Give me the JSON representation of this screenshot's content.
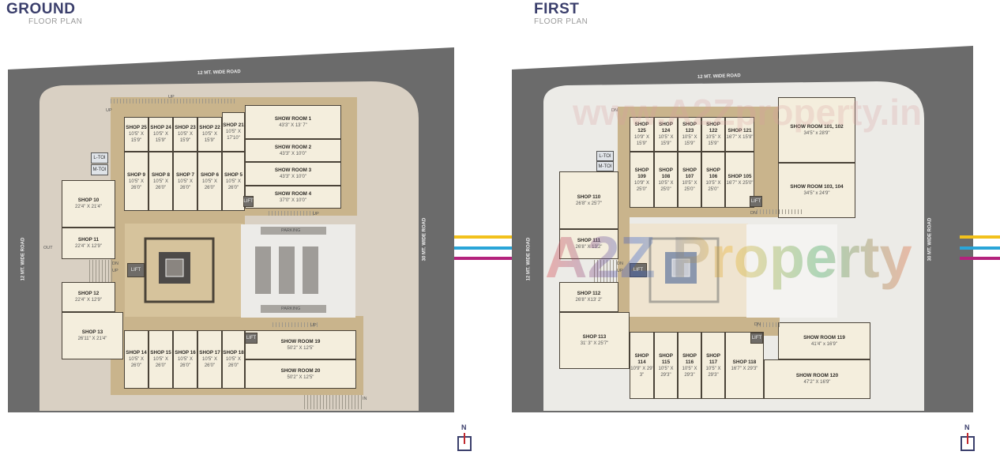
{
  "ground": {
    "title": "GROUND",
    "subtitle": "FLOOR PLAN",
    "road_top": "12 MT. WIDE ROAD",
    "road_left": "12 MT. WIDE ROAD",
    "road_right": "30 MT. WIDE ROAD",
    "rooms": [
      {
        "name": "SHOP 25",
        "dims": "10'5\" X 15'9\""
      },
      {
        "name": "SHOP 24",
        "dims": "10'5\" X 15'9\""
      },
      {
        "name": "SHOP 23",
        "dims": "10'5\" X 15'9\""
      },
      {
        "name": "SHOP 22",
        "dims": "10'5\" X 15'9\""
      },
      {
        "name": "SHOP 21",
        "dims": "10'5\" X 17'10\""
      },
      {
        "name": "SHOP 9",
        "dims": "10'5\" X 26'0\""
      },
      {
        "name": "SHOP 8",
        "dims": "10'5\" X 26'0\""
      },
      {
        "name": "SHOP 7",
        "dims": "10'5\" X 26'0\""
      },
      {
        "name": "SHOP 6",
        "dims": "10'5\" X 26'0\""
      },
      {
        "name": "SHOP 5",
        "dims": "10'5\" X 26'0\""
      },
      {
        "name": "SHOW ROOM 1",
        "dims": "43'3\" X 13' 7\""
      },
      {
        "name": "SHOW ROOM 2",
        "dims": "43'3\" X 10'0\""
      },
      {
        "name": "SHOW ROOM 3",
        "dims": "43'3\" X 10'0\""
      },
      {
        "name": "SHOW ROOM 4",
        "dims": "37'0\" X 10'0\""
      },
      {
        "name": "SHOP 10",
        "dims": "22'4\" X 21'4\""
      },
      {
        "name": "SHOP 11",
        "dims": "22'4\" X 12'9\""
      },
      {
        "name": "SHOP 12",
        "dims": "22'4\" X 12'9\""
      },
      {
        "name": "SHOP 13",
        "dims": "26'11\" X 21'4\""
      },
      {
        "name": "SHOP 14",
        "dims": "10'5\" X 26'0\""
      },
      {
        "name": "SHOP 15",
        "dims": "10'5\" X 26'0\""
      },
      {
        "name": "SHOP 16",
        "dims": "10'5\" X 26'0\""
      },
      {
        "name": "SHOP 17",
        "dims": "10'5\" X 26'0\""
      },
      {
        "name": "SHOP 18",
        "dims": "10'5\" X 26'0\""
      },
      {
        "name": "SHOW ROOM 19",
        "dims": "50'2\" X 12'5\""
      },
      {
        "name": "SHOW ROOM 20",
        "dims": "50'2\" X 12'5\""
      }
    ],
    "lift": "LIFT",
    "l_toi": "L-TOI",
    "m_toi": "M-TOI",
    "parking": "PARKING",
    "up": "UP",
    "dn": "DN",
    "out": "OUT",
    "in": "IN"
  },
  "first": {
    "title": "FIRST",
    "subtitle": "FLOOR PLAN",
    "road_top": "12 MT. WIDE ROAD",
    "road_left": "12 MT. WIDE ROAD",
    "road_right": "30 MT. WIDE ROAD",
    "rooms": [
      {
        "name": "SHOP 125",
        "dims": "10'9\" X 15'9\""
      },
      {
        "name": "SHOP 124",
        "dims": "10'5\" X 15'9\""
      },
      {
        "name": "SHOP 123",
        "dims": "10'5\" X 15'9\""
      },
      {
        "name": "SHOP 122",
        "dims": "10'5\" X 15'9\""
      },
      {
        "name": "SHOP 121",
        "dims": "16'7\" X 15'9\""
      },
      {
        "name": "SHOP 109",
        "dims": "10'9\" X 25'0\""
      },
      {
        "name": "SHOP 108",
        "dims": "10'5\" X 25'0\""
      },
      {
        "name": "SHOP 107",
        "dims": "10'5\" X 25'0\""
      },
      {
        "name": "SHOP 106",
        "dims": "10'5\" X 25'0\""
      },
      {
        "name": "SHOP 105",
        "dims": "16'7\" X 25'0\""
      },
      {
        "name": "SHOW ROOM 101, 102",
        "dims": "34'5\" x 28'9\""
      },
      {
        "name": "SHOW ROOM 103, 104",
        "dims": "34'5\" x 24'9\""
      },
      {
        "name": "SHOP 110",
        "dims": "26'8\" x 25'7\""
      },
      {
        "name": "SHOP 111",
        "dims": "26'8\" X 13'2\""
      },
      {
        "name": "SHOP 112",
        "dims": "26'8\" X13' 2\""
      },
      {
        "name": "SHOP 113",
        "dims": "31' 3\" X 25'7\""
      },
      {
        "name": "SHOP 114",
        "dims": "10'9\" X 29' 3\""
      },
      {
        "name": "SHOP 115",
        "dims": "10'5\" X 29'3\""
      },
      {
        "name": "SHOP 116",
        "dims": "10'5\" X 29'3\""
      },
      {
        "name": "SHOP 117",
        "dims": "10'5\" X 29'3\""
      },
      {
        "name": "SHOP 118",
        "dims": "16'7\" X 29'3\""
      },
      {
        "name": "SHOW ROOM 119",
        "dims": "41'4\" x 16'9\""
      },
      {
        "name": "SHOW ROOM 120",
        "dims": "47'2\" X 16'9\""
      }
    ],
    "lift": "LIFT",
    "l_toi": "L-TOI",
    "m_toi": "M-TOI",
    "up": "UP",
    "dn": "DN",
    "watermark_top": "www.A2Zproperty.in",
    "watermark_main": "A2Z Property"
  },
  "north": "N",
  "colors": {
    "title": "#3b3f6c",
    "road": "#6b6b6b",
    "line_yellow": "#f2c11c",
    "line_blue": "#2aa5d8",
    "line_magenta": "#b4227d"
  }
}
